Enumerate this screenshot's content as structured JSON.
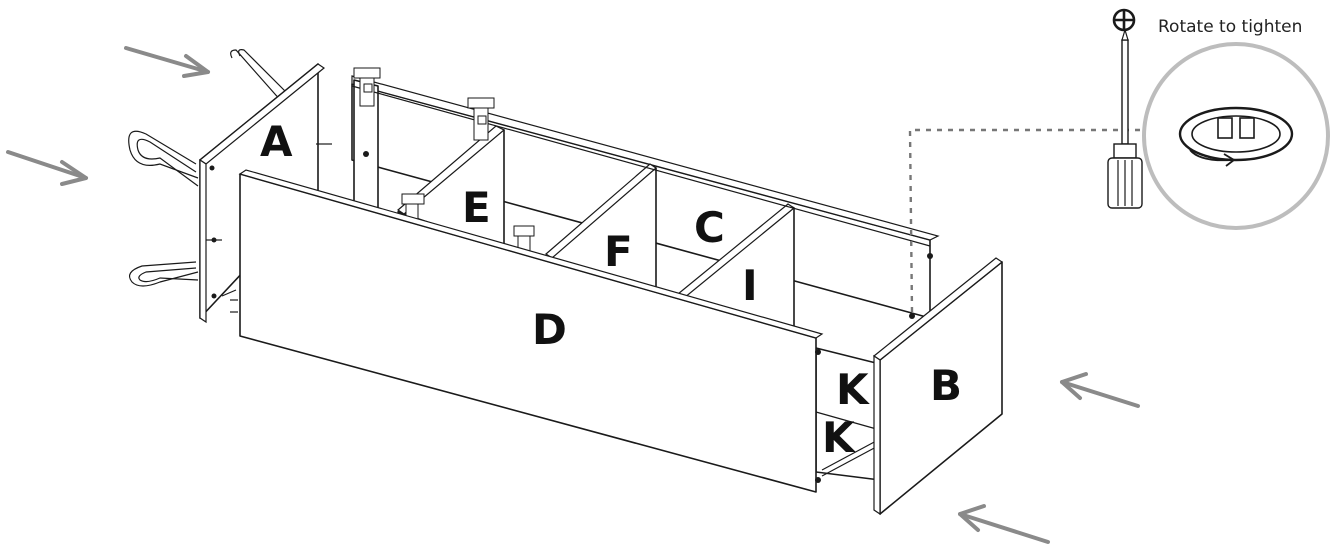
{
  "instruction": {
    "text": "Rotate to tighten",
    "icon": "phillips-screwdriver-symbol"
  },
  "labels": {
    "panel_a": "A",
    "panel_b": "B",
    "panel_c": "C",
    "panel_d": "D",
    "panel_e": "E",
    "panel_f": "F",
    "panel_i": "I",
    "panel_k_top": "K",
    "panel_k_bottom": "K"
  },
  "colors": {
    "line": "#1a1a1a",
    "arrow": "#8a8a8a",
    "detail_circle": "#bdbdbd",
    "dashed_leader": "#777777"
  },
  "icons": [
    "direction-arrow",
    "screwdriver",
    "cam-lock-detail",
    "phillips-symbol",
    "hinge",
    "hairpin-leg"
  ]
}
